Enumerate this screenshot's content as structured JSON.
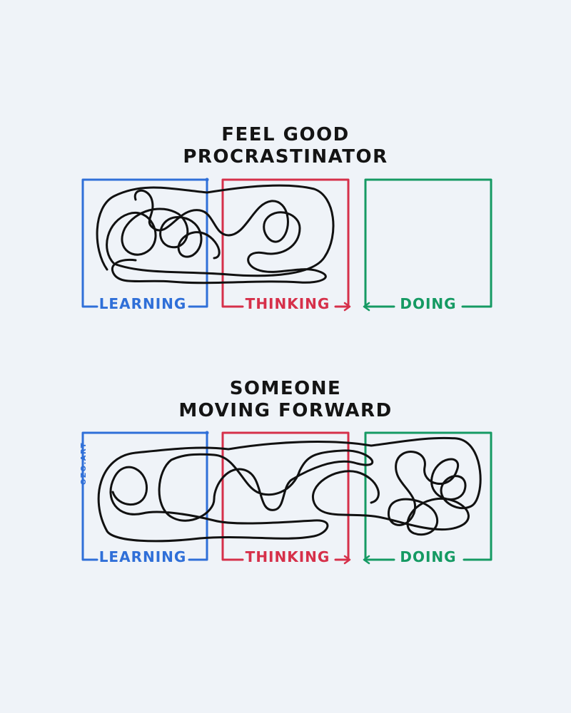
{
  "colors": {
    "background": "#eff3f8",
    "learning": "#2f6fd8",
    "thinking": "#d6304a",
    "doing": "#159a63",
    "scribble": "#111111",
    "title": "#141414"
  },
  "panels": [
    {
      "title_lines": [
        "FEEL GOOD",
        "PROCRASTINATOR"
      ],
      "stages": [
        {
          "key": "learning",
          "label": "LEARNING"
        },
        {
          "key": "thinking",
          "label": "THINKING"
        },
        {
          "key": "doing",
          "label": "DOING"
        }
      ]
    },
    {
      "title_lines": [
        "SOMEONE",
        "MOVING FORWARD"
      ],
      "stages": [
        {
          "key": "learning",
          "label": "LEARNING"
        },
        {
          "key": "thinking",
          "label": "THINKING"
        },
        {
          "key": "doing",
          "label": "DOING"
        }
      ]
    }
  ],
  "watermark": "OZO.ART"
}
